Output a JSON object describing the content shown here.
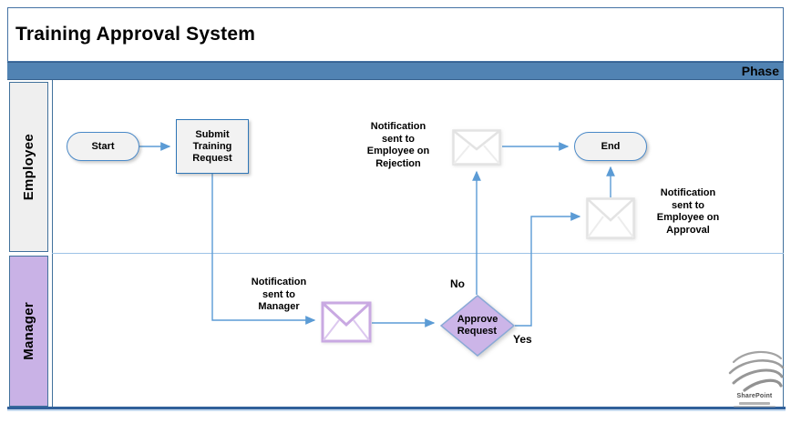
{
  "title": "Training Approval System",
  "phase_label": "Phase",
  "lanes": [
    {
      "label": "Employee"
    },
    {
      "label": "Manager"
    }
  ],
  "nodes": {
    "start": "Start",
    "submit": "Submit Training\nRequest",
    "end": "End",
    "decision": "Approve\nRequest"
  },
  "annotations": {
    "rejection": "Notification\nsent to\nEmployee on\nRejection",
    "approval": "Notification\nsent to\nEmployee on\nApproval",
    "manager": "Notification\nsent to\nManager",
    "no": "No",
    "yes": "Yes"
  },
  "icons": {
    "envelope_rejection": "envelope-icon",
    "envelope_approval": "envelope-icon",
    "envelope_manager": "envelope-icon",
    "logo": "swirl-logo-icon"
  },
  "logo": {
    "text": "SharePoint"
  },
  "colors": {
    "phase_bar": "#5183b3",
    "connector": "#5b9bd5",
    "employee_lane_label": "#efefef",
    "manager_lane_label": "#c9b2e6",
    "node_fill": "#f2f2f2",
    "node_border_dark": "#2e75b6",
    "node_border_light": "#4a89c8",
    "decision_fill": "#ccb5e8",
    "decision_border": "#8aa9d6",
    "envelope_gray": "#e3e3e3",
    "envelope_purple": "#c9a9e2",
    "bottom_bar": "#30609a"
  }
}
